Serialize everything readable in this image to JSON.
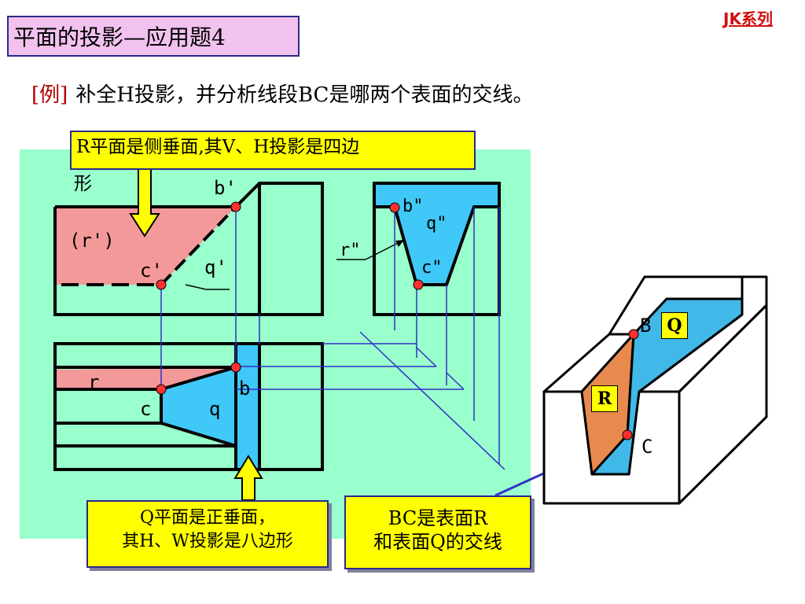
{
  "header": {
    "title": "平面的投影—应用题4",
    "series": "JK系列"
  },
  "example": {
    "tag": "[例]",
    "text": "补全H投影，并分析线段BC是哪两个表面的交线。"
  },
  "callouts": {
    "r_plane": "R平面是侧垂面,其V、H投影是四边",
    "r_plane_wrap": "形",
    "q_plane_line1": "Q平面是正垂面，",
    "q_plane_line2": "其H、W投影是八边形",
    "bc_line1": "BC是表面R",
    "bc_line2": "和表面Q的交线"
  },
  "labels": {
    "front": {
      "b": "b'",
      "r": "(r')",
      "c": "c'",
      "q": "q'"
    },
    "side": {
      "b": "b\"",
      "q": "q\"",
      "r": "r\"",
      "c": "c\""
    },
    "top": {
      "r": "r",
      "b": "b",
      "c": "c",
      "q": "q"
    },
    "iso": {
      "B": "B",
      "C": "C",
      "Q": "Q",
      "R": "R"
    }
  },
  "colors": {
    "panel": "#99ffcc",
    "r_face": "#f4999a",
    "q_face": "#40c8f8",
    "callout": "#ffff00",
    "projection_line": "#3030c8",
    "point": "#ff3030"
  }
}
